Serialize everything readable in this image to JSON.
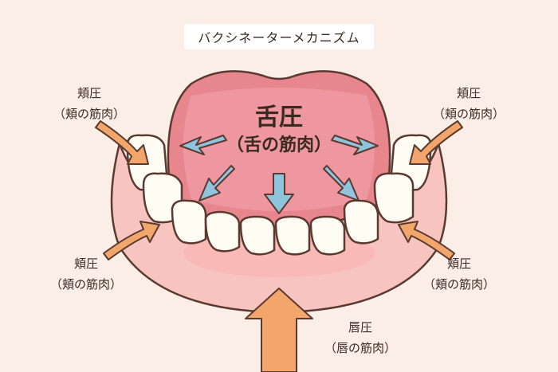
{
  "title": "バクシネーターメカニズム",
  "tongue": {
    "name": "舌圧",
    "muscle": "（舌の筋肉）"
  },
  "cheek_upper_left": {
    "name": "頬圧",
    "muscle": "（頬の筋肉）"
  },
  "cheek_upper_right": {
    "name": "頬圧",
    "muscle": "（頬の筋肉）"
  },
  "cheek_lower_left": {
    "name": "頬圧",
    "muscle": "（頬の筋肉）"
  },
  "cheek_lower_right": {
    "name": "頬圧",
    "muscle": "（頬の筋肉）"
  },
  "lip": {
    "name": "唇圧",
    "muscle": "（唇の筋肉）"
  },
  "colors": {
    "background": "#fbeee6",
    "gum": "#f7c4c0",
    "tongue": "#e8868e",
    "tooth": "#fffdf3",
    "outline": "#5a3a30",
    "tongue_arrow": "#8ec4dc",
    "muscle_arrow": "#f2a66b"
  }
}
